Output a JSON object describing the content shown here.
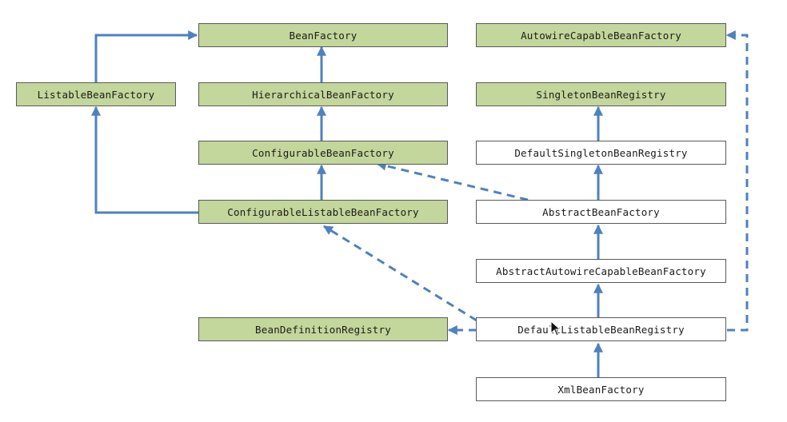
{
  "colors": {
    "interface_fill": "#c3d69b",
    "class_fill": "#ffffff",
    "arrow": "#4f81bd"
  },
  "nodes": {
    "bean_factory": "BeanFactory",
    "autowire_capable_bean_factory": "AutowireCapableBeanFactory",
    "listable_bean_factory": "ListableBeanFactory",
    "hierarchical_bean_factory": "HierarchicalBeanFactory",
    "singleton_bean_registry": "SingletonBeanRegistry",
    "configurable_bean_factory": "ConfigurableBeanFactory",
    "default_singleton_bean_registry": "DefaultSingletonBeanRegistry",
    "configurable_listable_bean_factory": "ConfigurableListableBeanFactory",
    "abstract_bean_factory": "AbstractBeanFactory",
    "abstract_autowire_capable_bean_factory": "AbstractAutowireCapableBeanFactory",
    "bean_definition_registry": "BeanDefinitionRegistry",
    "default_listable_bean_registry": "DefaultListableBeanRegistry",
    "xml_bean_factory": "XmlBeanFactory"
  },
  "edges": [
    {
      "from": "listable_bean_factory",
      "to": "bean_factory",
      "style": "solid"
    },
    {
      "from": "hierarchical_bean_factory",
      "to": "bean_factory",
      "style": "solid"
    },
    {
      "from": "configurable_bean_factory",
      "to": "hierarchical_bean_factory",
      "style": "solid"
    },
    {
      "from": "configurable_listable_bean_factory",
      "to": "configurable_bean_factory",
      "style": "solid"
    },
    {
      "from": "configurable_listable_bean_factory",
      "to": "listable_bean_factory",
      "style": "solid"
    },
    {
      "from": "default_singleton_bean_registry",
      "to": "singleton_bean_registry",
      "style": "solid"
    },
    {
      "from": "abstract_bean_factory",
      "to": "default_singleton_bean_registry",
      "style": "solid"
    },
    {
      "from": "abstract_autowire_capable_bean_factory",
      "to": "abstract_bean_factory",
      "style": "solid"
    },
    {
      "from": "default_listable_bean_registry",
      "to": "abstract_autowire_capable_bean_factory",
      "style": "solid"
    },
    {
      "from": "xml_bean_factory",
      "to": "default_listable_bean_registry",
      "style": "solid"
    },
    {
      "from": "abstract_bean_factory",
      "to": "configurable_bean_factory",
      "style": "dashed"
    },
    {
      "from": "default_listable_bean_registry",
      "to": "configurable_listable_bean_factory",
      "style": "dashed"
    },
    {
      "from": "default_listable_bean_registry",
      "to": "bean_definition_registry",
      "style": "dashed"
    },
    {
      "from": "default_listable_bean_registry",
      "to": "autowire_capable_bean_factory",
      "style": "dashed"
    }
  ]
}
